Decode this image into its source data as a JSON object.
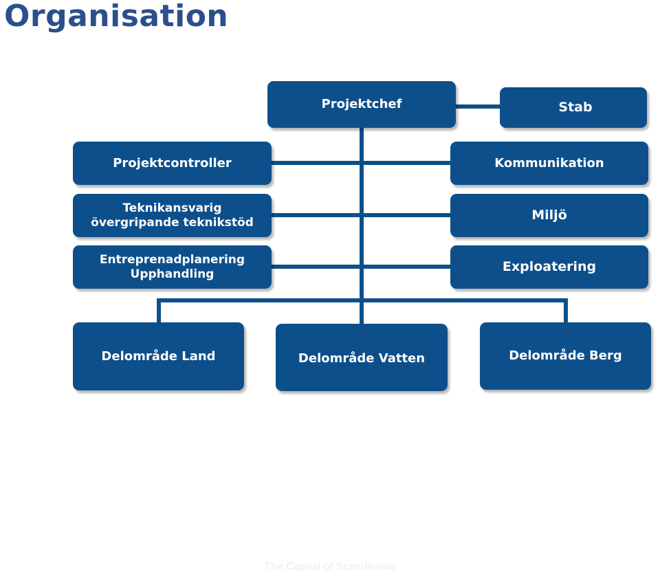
{
  "header": {
    "title": "Organisation"
  },
  "colors": {
    "title": "#2a4f8c",
    "box": "#0d4f8b",
    "connector": "#0d4f8b",
    "footer": "#ececec"
  },
  "org": {
    "projektchef": {
      "lines": [
        "Projektchef"
      ]
    },
    "stab": {
      "lines": [
        "Stab"
      ]
    },
    "projektcontroller": {
      "lines": [
        "Projektcontroller"
      ]
    },
    "kommunikation": {
      "lines": [
        "Kommunikation"
      ]
    },
    "teknikansvarig": {
      "lines": [
        "Teknikansvarig",
        "övergripande teknikstöd"
      ]
    },
    "miljo": {
      "lines": [
        "Miljö"
      ]
    },
    "entreprenad": {
      "lines": [
        "Entreprenadplanering",
        "Upphandling"
      ]
    },
    "exploatering": {
      "lines": [
        "Exploatering"
      ]
    },
    "land": {
      "lines": [
        "Delområde Land"
      ]
    },
    "vatten": {
      "lines": [
        "Delområde Vatten"
      ]
    },
    "berg": {
      "lines": [
        "Delområde Berg"
      ]
    }
  },
  "footer": {
    "text": "The Capital of Scandinavia"
  }
}
